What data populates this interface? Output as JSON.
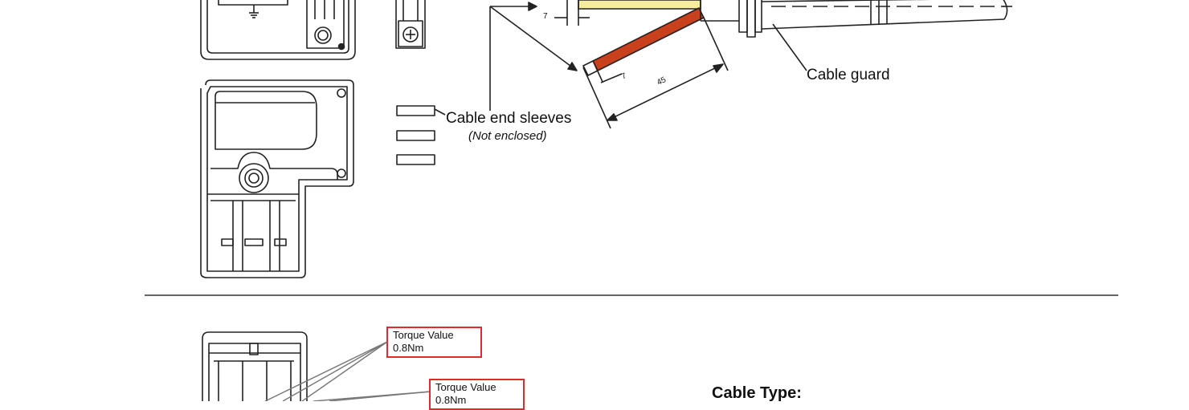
{
  "labels": {
    "cable_end_sleeves": "Cable end sleeves",
    "not_enclosed": "(Not enclosed)",
    "cable_guard": "Cable guard",
    "dim_7_top": "7",
    "dim_7_angled": "7",
    "dim_45": "45"
  },
  "torque_boxes": [
    {
      "title": "Torque Value",
      "value": "0.8Nm"
    },
    {
      "title": "Torque Value",
      "value": "0.8Nm"
    }
  ],
  "cable_type_heading": "Cable Type:",
  "colors": {
    "line": "#222222",
    "wire_yellow": "#f6eca0",
    "wire_red": "#c8401c",
    "torque_border": "#e12b2b",
    "divider": "#666666"
  }
}
